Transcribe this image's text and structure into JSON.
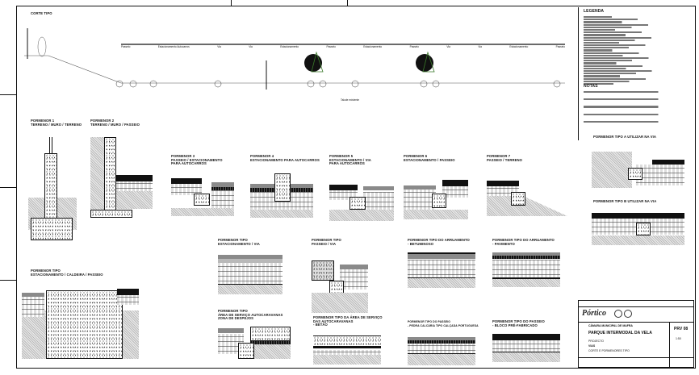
{
  "corte_tipo": {
    "title": "CORTE TIPO",
    "segments": [
      "Passeio",
      "Estacionamento Autocarros",
      "Via",
      "Via",
      "Estacionamento",
      "Passeio",
      "Estacionamento",
      "Passeio",
      "Via",
      "Via",
      "Estacionamento",
      "Passeio"
    ],
    "platform_label": "Talude existente"
  },
  "legenda": {
    "title": "LEGENDA",
    "item_count": 27
  },
  "notas": {
    "title": "NOTAS",
    "note_count": 5
  },
  "details": [
    {
      "title": "PORMENOR 1\nTERRENO / MURO / TERRENO"
    },
    {
      "title": "PORMENOR 2\nTERRENO / MURO / PASSEIO"
    },
    {
      "title": "PORMENOR 3\nPASSEIO / ESTACIONAMENTO\nPARA AUTOCARROS"
    },
    {
      "title": "PORMENOR 4\nESTACIONAMENTO PARA AUTOCARROS"
    },
    {
      "title": "PORMENOR 5\nESTACIONAMENTO / VIA\nPARA AUTOCARROS"
    },
    {
      "title": "PORMENOR 6\nESTACIONAMENTO / PASSEIO"
    },
    {
      "title": "PORMENOR 7\nPASSEIO / TERRENO"
    },
    {
      "title": "PORMENOR TIPO A UTILIZAR NA VIA"
    },
    {
      "title": "PORMENOR TIPO B UTILIZAR NA VIA"
    },
    {
      "title": "PORMENOR TIPO\nESTACIONAMENTO / CALDEIRA / PASSEIO"
    },
    {
      "title": "PORMENOR TIPO\nESTACIONAMENTO / VIA"
    },
    {
      "title": "PORMENOR TIPO\nPASSEIO / VIA"
    },
    {
      "title": "PORMENOR TIPO DO ARRUAMENTO\n- BETUMINOSO"
    },
    {
      "title": "PORMENOR TIPO DO ARRUAMENTO\n- PAVIMENTO"
    },
    {
      "title": "PORMENOR TIPO\nÁREA DE SERVIÇO AUTOCARAVANAS\nZONA DE DESPEJOS"
    },
    {
      "title": "PORMENOR TIPO DA ÁREA DE SERVIÇO\nDAS AUTOCARAVANAS\n- BETÃO"
    },
    {
      "title": "PORMENOR TIPO DO PASSEIO\n- PEDRA CALCÁRIA TIPO CALÇADA PORTUGUESA"
    },
    {
      "title": "PORMENOR TIPO DO PASSEIO\n- BLOCO PRÉ-FABRICADO"
    }
  ],
  "title_block": {
    "logo": "Pórtico",
    "client": "CÂMARA MUNICIPAL DE MAFRA",
    "project": "PARQUE INTERMODAL DA VELA",
    "phase": "PROJECTO",
    "specialty": "VIAS",
    "drawing": "CORTE E PORMENORES TIPO",
    "sheet": "PRV 08",
    "scale": "1:50"
  }
}
